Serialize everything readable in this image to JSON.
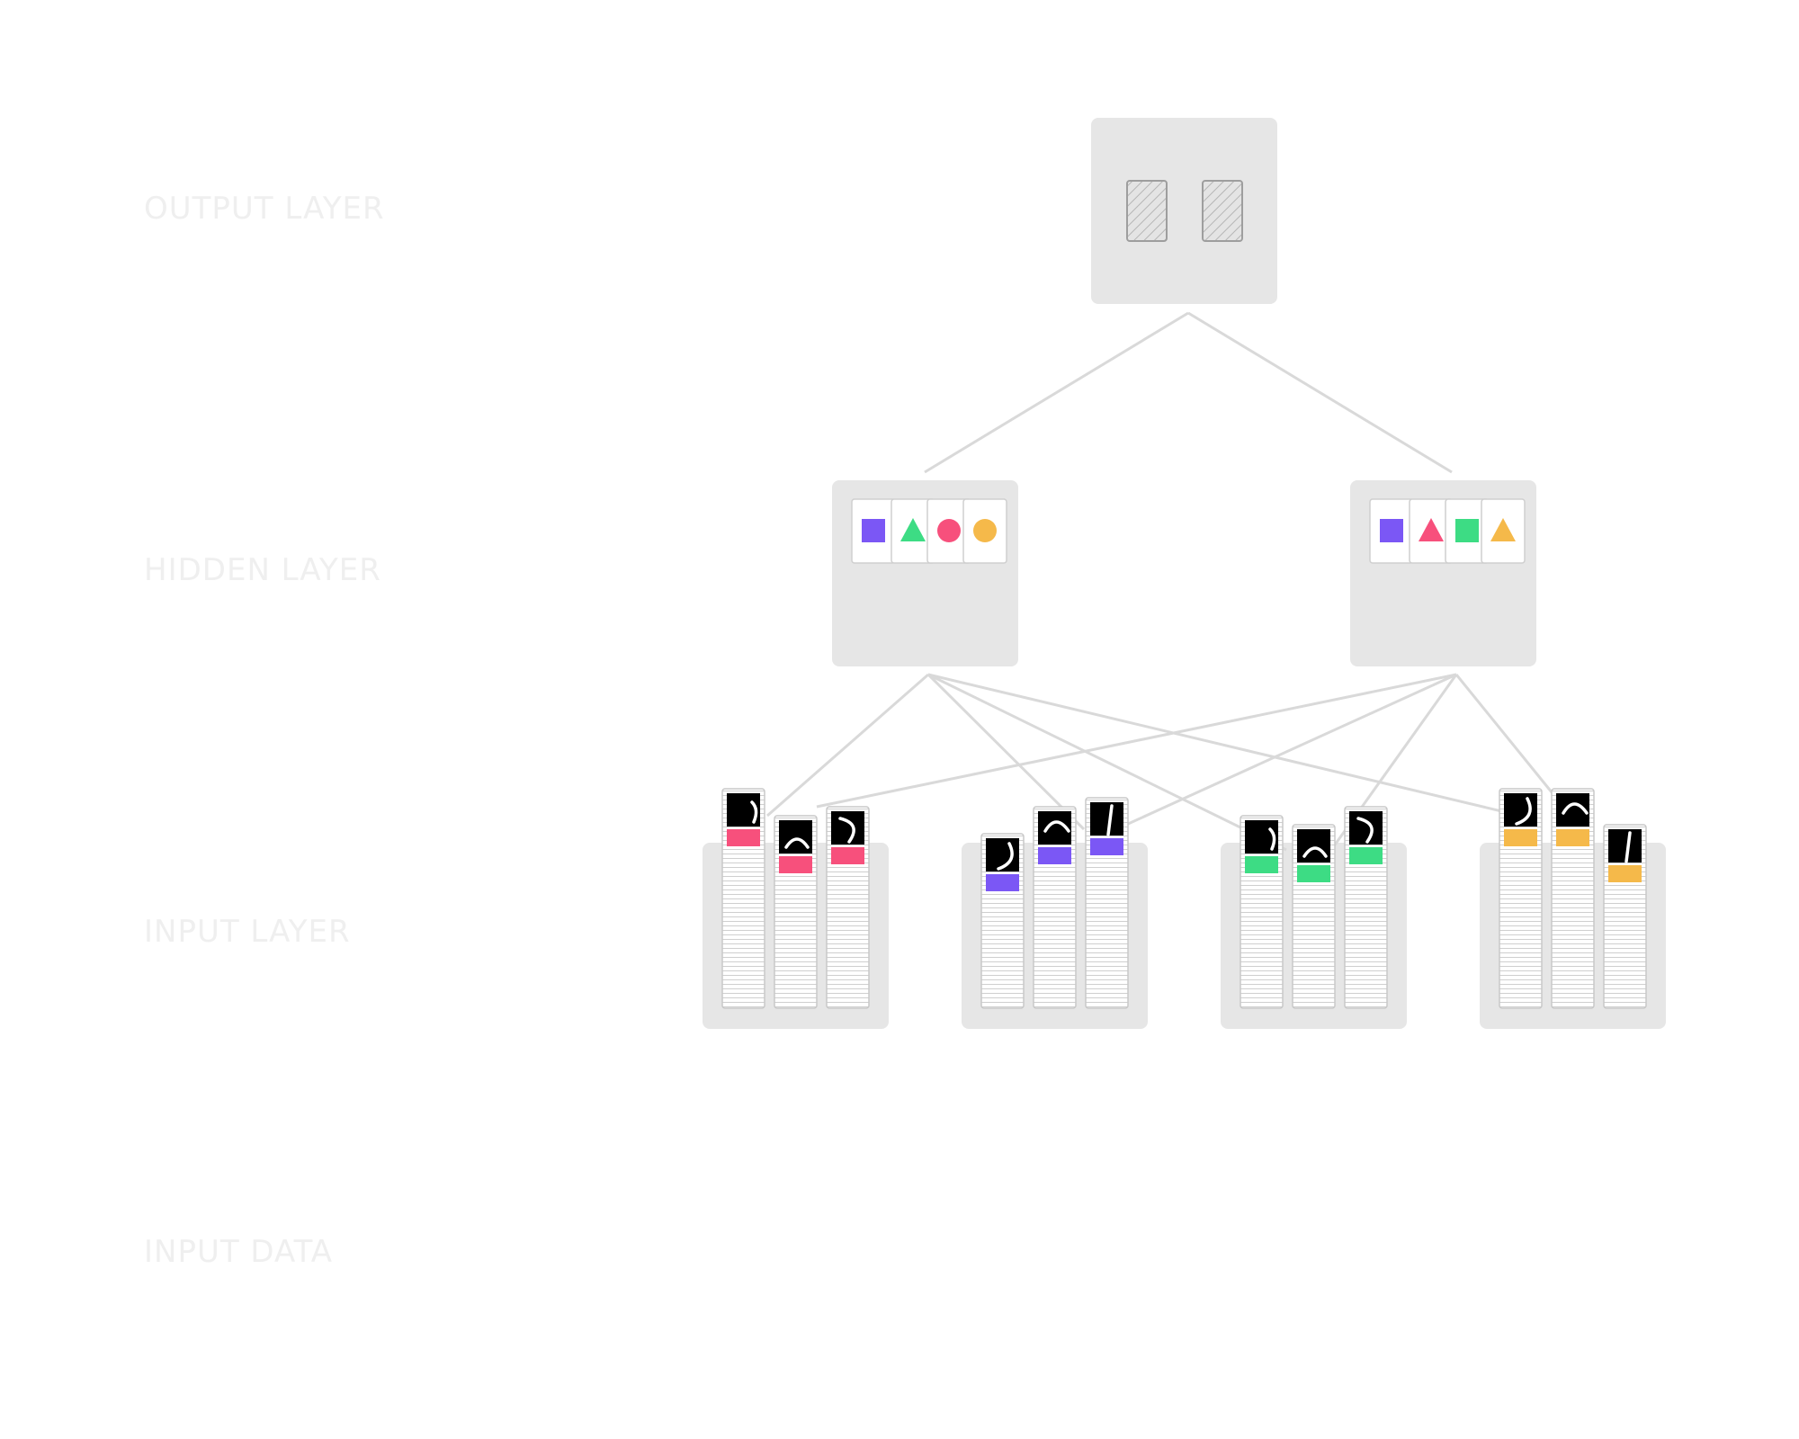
{
  "labels": {
    "output": "OUTPUT LAYER",
    "hidden": "HIDDEN LAYER",
    "input": "INPUT LAYER",
    "data": "INPUT DATA"
  },
  "colors": {
    "purple": "#7b57f5",
    "green": "#3ddc84",
    "pink": "#f7507c",
    "yellow": "#f5b94a",
    "box": "#e6e6e6",
    "line": "#d9d9d9"
  },
  "output_node": {
    "cards": [
      "hatched",
      "hatched"
    ]
  },
  "hidden_nodes": [
    {
      "name": "hidden-node-left",
      "shapes": [
        [
          "square",
          "purple"
        ],
        [
          "triangle",
          "green"
        ],
        [
          "circle",
          "pink"
        ],
        [
          "circle",
          "yellow"
        ]
      ]
    },
    {
      "name": "hidden-node-right",
      "shapes": [
        [
          "square",
          "purple"
        ],
        [
          "triangle",
          "pink"
        ],
        [
          "square",
          "green"
        ],
        [
          "triangle",
          "yellow"
        ]
      ]
    }
  ],
  "input_nodes": [
    {
      "name": "input-node-pink",
      "color": "pink"
    },
    {
      "name": "input-node-purple",
      "color": "purple"
    },
    {
      "name": "input-node-green",
      "color": "green"
    },
    {
      "name": "input-node-yellow",
      "color": "yellow"
    }
  ]
}
